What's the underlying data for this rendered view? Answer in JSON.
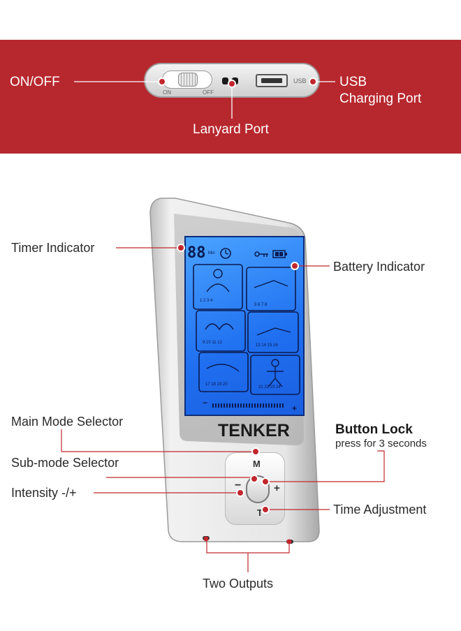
{
  "top_panel": {
    "on_off_label": "ON/OFF",
    "usb_label_line1": "USB",
    "usb_label_line2": "Charging Port",
    "lanyard_label": "Lanyard Port",
    "switch_on_text": "ON",
    "switch_off_text": "OFF",
    "usb_tiny_text": "USB"
  },
  "labels": {
    "timer": "Timer Indicator",
    "battery": "Battery Indicator",
    "main_mode": "Main Mode Selector",
    "button_lock_title": "Button Lock",
    "button_lock_sub": "press for 3 seconds",
    "sub_mode": "Sub-mode Selector",
    "intensity": "Intensity -/+",
    "time_adjust": "Time Adjustment",
    "outputs": "Two Outputs"
  },
  "device": {
    "brand": "TENKER",
    "timer_digits": "88",
    "timer_unit": "Min",
    "btn_m": "M",
    "btn_minus": "−",
    "btn_plus": "+",
    "btn_t": "T",
    "bar_minus": "−",
    "bar_plus": "+",
    "mode_numbers": [
      [
        "1",
        "2",
        "3",
        "4"
      ],
      [
        "5",
        "6",
        "7",
        "8"
      ],
      [
        "9",
        "10",
        "11",
        "12"
      ],
      [
        "13",
        "14",
        "15",
        "16"
      ],
      [
        "17",
        "18",
        "19",
        "20"
      ],
      [
        "21",
        "22",
        "23",
        "24"
      ]
    ]
  },
  "colors": {
    "banner": "#b7282e",
    "screen": "#1f6ff0",
    "accent_dot": "#c1272d",
    "leader_line": "#c1272d"
  }
}
